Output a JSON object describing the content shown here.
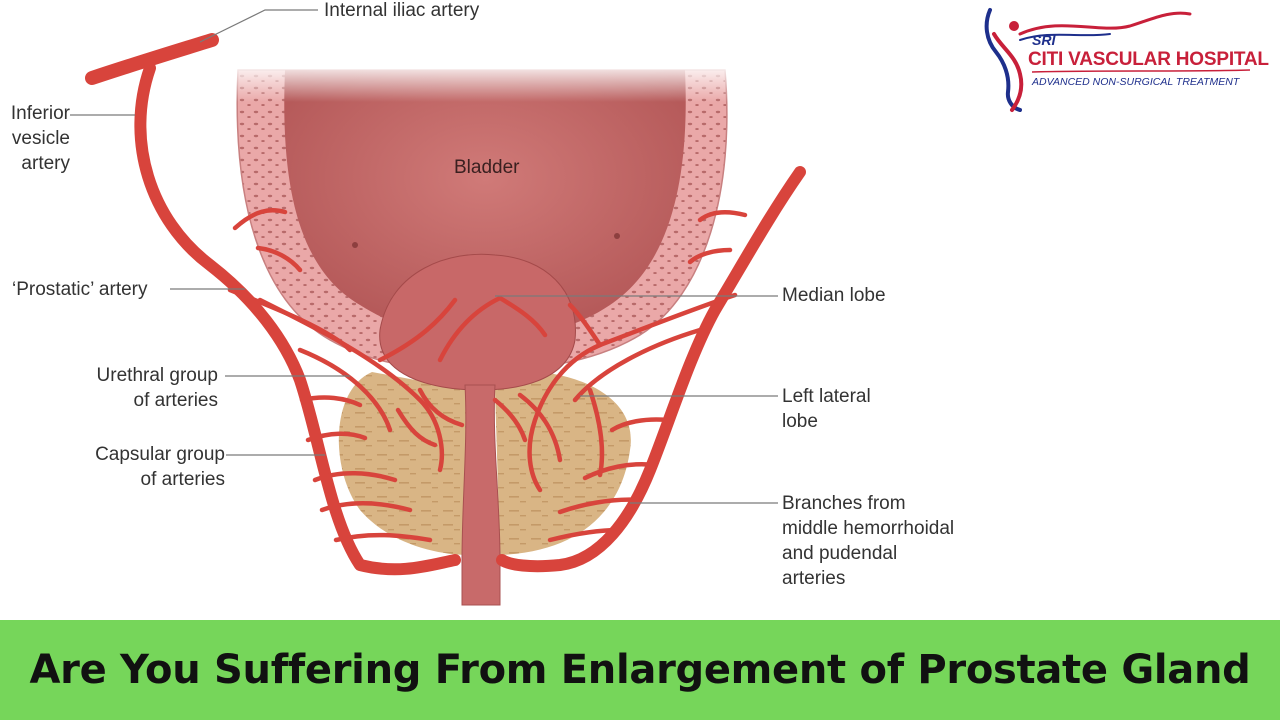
{
  "labels": {
    "internal_iliac_artery": "Internal iliac artery",
    "inferior_vesicle_artery": "Inferior\nvesicle\nartery",
    "bladder": "Bladder",
    "prostatic_artery": "‘Prostatic’ artery",
    "median_lobe": "Median lobe",
    "urethral_group": "Urethral group\nof arteries",
    "left_lateral_lobe": "Left lateral\nlobe",
    "capsular_group": "Capsular group\nof arteries",
    "branches_from": "Branches from\nmiddle hemorrhoidal\nand pudendal\narteries"
  },
  "logo": {
    "prefix": "SRI",
    "name": "CITI VASCULAR HOSPITAL",
    "tagline": "ADVANCED NON-SURGICAL TREATMENT"
  },
  "banner": {
    "text": "Are You Suffering From Enlargement of Prostate Gland"
  },
  "colors": {
    "artery": "#d8443c",
    "bladder_lumen": "#c86a6a",
    "bladder_wall": "#eaa8a8",
    "prostate": "#d9b585",
    "banner_bg": "#76d65a",
    "leader_line": "#7a7a7a"
  }
}
